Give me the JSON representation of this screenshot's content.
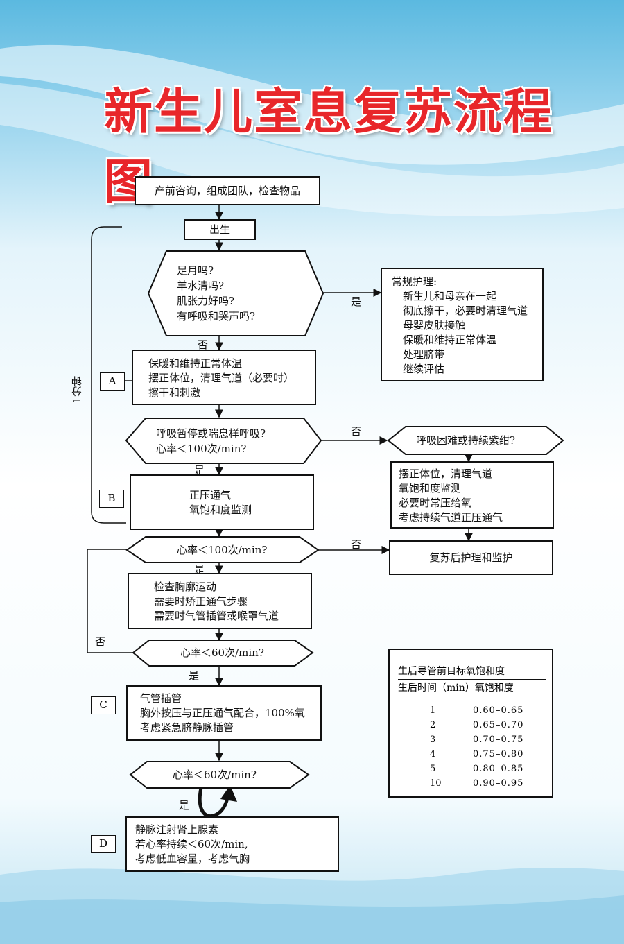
{
  "title": "新生儿室息复苏流程图",
  "left_bracket_label": "1分钟",
  "steps": {
    "prenatal": "产前咨询，组成团队，检查物品",
    "birth": "出生",
    "assess_q": [
      "足月吗?",
      "羊水清吗?",
      "肌张力好吗?",
      "有呼吸和哭声吗?"
    ],
    "routine_care": [
      "常规护理:",
      "新生儿和母亲在一起",
      "彻底擦干，必要时清理气道",
      "母婴皮肤接触",
      "保暖和维持正常体温",
      "处理脐带",
      "继续评估"
    ],
    "a_box": [
      "保暖和维持正常体温",
      "摆正体位，清理气道（必要时）",
      "擦干和刺激"
    ],
    "apnea_q": [
      "呼吸暂停或喘息样呼吸?",
      "心率＜100次/min?"
    ],
    "distress_q": "呼吸困难或持续紫绀?",
    "distress_box": [
      "摆正体位，清理气道",
      "氧饱和度监测",
      "必要时常压给氧",
      "考虑持续气道正压通气"
    ],
    "b_box": [
      "正压通气",
      "氧饱和度监测"
    ],
    "hr100_q": "心率＜100次/min?",
    "post_care": "复苏后护理和监护",
    "check_box": [
      "检查胸廓运动",
      "需要时矫正通气步骤",
      "需要时气管插管或喉罩气道"
    ],
    "hr60_q1": "心率＜60次/min?",
    "c_box": [
      "气管插管",
      "胸外按压与正压通气配合，100%氧",
      "考虑紧急脐静脉插管"
    ],
    "hr60_q2": "心率＜60次/min?",
    "d_box": [
      "静脉注射肾上腺素",
      "若心率持续＜60次/min,",
      "考虑低血容量，考虑气胸"
    ]
  },
  "edge_labels": {
    "yes": "是",
    "no": "否"
  },
  "tags": [
    "A",
    "B",
    "C",
    "D"
  ],
  "spo2_table": {
    "title": "生后导管前目标氧饱和度",
    "header": "生后时间（min）氧饱和度",
    "rows": [
      {
        "min": "1",
        "spo2": "0.60–0.65"
      },
      {
        "min": "2",
        "spo2": "0.65–0.70"
      },
      {
        "min": "3",
        "spo2": "0.70–0.75"
      },
      {
        "min": "4",
        "spo2": "0.75–0.80"
      },
      {
        "min": "5",
        "spo2": "0.80–0.85"
      },
      {
        "min": "10",
        "spo2": "0.90–0.95"
      }
    ]
  },
  "colors": {
    "title": "#e8262a",
    "background_top": "#5bb9e0",
    "line": "#111111"
  }
}
